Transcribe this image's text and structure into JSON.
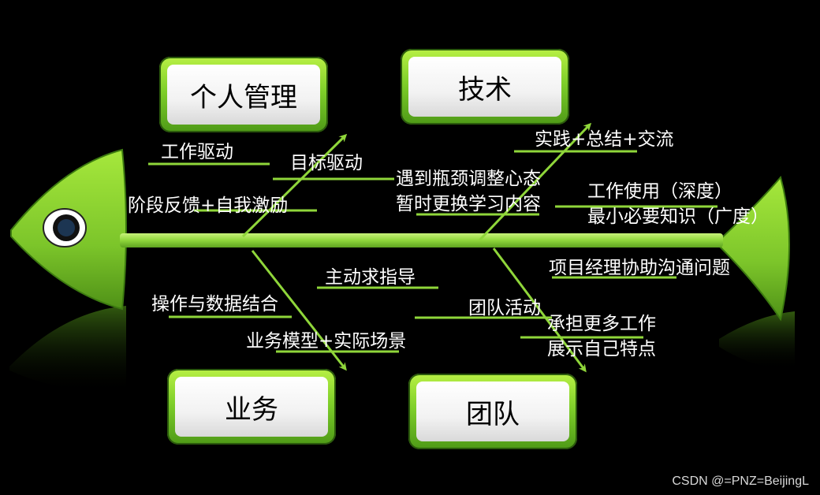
{
  "categories": {
    "personal": "个人管理",
    "tech": "技术",
    "business": "业务",
    "team": "团队"
  },
  "causes": {
    "work_driven": "工作驱动",
    "goal_driven": "目标驱动",
    "stage_feedback": "阶段反馈+自我激励",
    "practice": "实践+总结+交流",
    "bottleneck_1": "遇到瓶颈调整心态",
    "bottleneck_2": "暂时更换学习内容",
    "work_use_1": "工作使用（深度）",
    "work_use_2": "最小必要知识（广度）",
    "pm_assist": "项目经理协助沟通问题",
    "seek_guidance": "主动求指导",
    "ops_data": "操作与数据结合",
    "biz_model": "业务模型+实际场景",
    "team_activity": "团队活动",
    "more_work_1": "承担更多工作",
    "more_work_2": "展示自己特点"
  },
  "watermark": "CSDN @=PNZ=BeijingL",
  "colors": {
    "accent": "#8fd63a",
    "text": "#ffffff",
    "background": "#000000"
  }
}
